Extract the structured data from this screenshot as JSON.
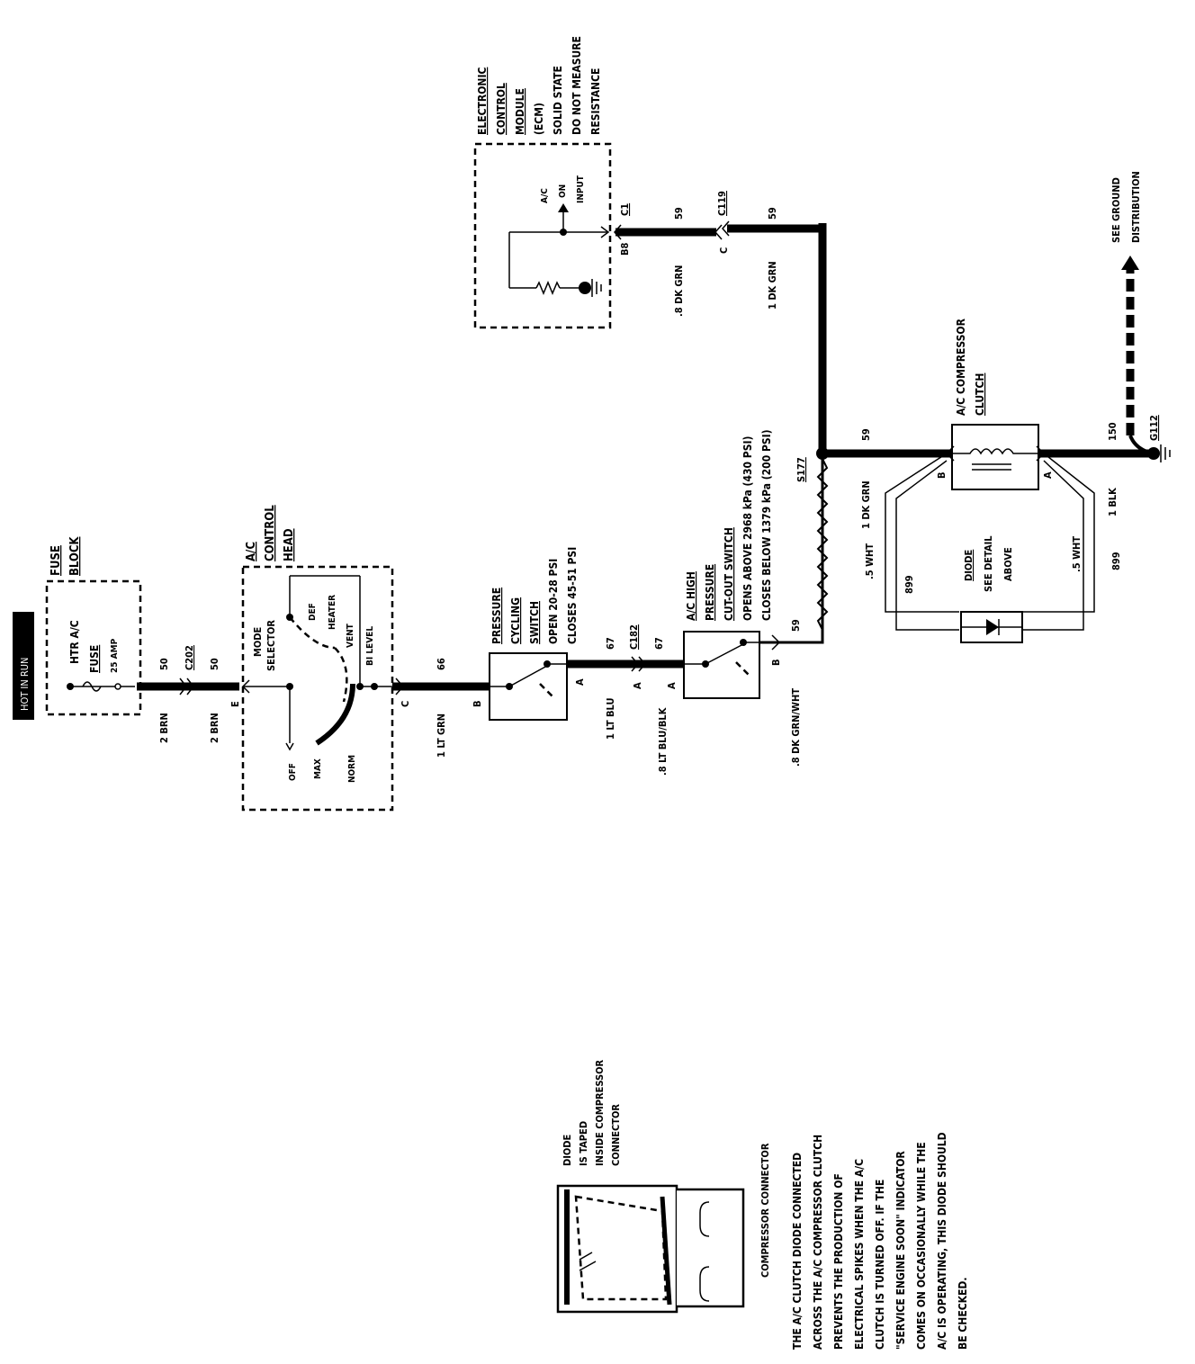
{
  "hot_label": "HOT IN RUN",
  "fuse_block": {
    "title_1": "FUSE",
    "title_2": "BLOCK",
    "fuse_name": "HTR A/C",
    "fuse_label": "FUSE",
    "fuse_rating": "25 AMP"
  },
  "wires": {
    "w1_circuit": "50",
    "w1_spec": "2 BRN",
    "c202_label": "C202",
    "w2_circuit": "50",
    "w2_spec": "2 BRN",
    "w2_pin": "E",
    "w3_circuit": "66",
    "w3_spec": "1 LT GRN",
    "w3_pin_c": "C",
    "w3_pin_b": "B",
    "w4_circuit": "67",
    "w4_spec": "1 LT BLU",
    "w4_pin_a": "A",
    "c182_label": "C182",
    "w5_circuit": "67",
    "w5_spec": ".8 LT BLU/BLK",
    "w5_pin_a1": "A",
    "w5_pin_a2": "A",
    "w6_circuit": "59",
    "w6_spec": ".8 DK GRN/WHT",
    "w6_pin_b": "B",
    "s177_label": "S177",
    "w7_circuit": "59",
    "w7_spec": "1 DK GRN",
    "w8_circuit": "59",
    "w8_spec": "1 DK GRN",
    "w8_pin_c": "C",
    "c119_label": "C119",
    "w9_circuit": "59",
    "w9_spec": ".8 DK GRN",
    "w9_pin_b8": "B8",
    "c1_label": "C1",
    "w10_circuit": "150",
    "w10_spec": "1 BLK",
    "g112_label": "G112",
    "diode_wire_left_spec": ".5 WHT",
    "diode_wire_left_circuit": "899",
    "diode_wire_right_spec": ".5 WHT",
    "diode_wire_right_circuit": "899"
  },
  "control_head": {
    "title_1": "A/C",
    "title_2": "CONTROL",
    "title_3": "HEAD",
    "mode_1": "MODE",
    "mode_2": "SELECTOR",
    "pos_def": "DEF",
    "pos_heater": "HEATER",
    "pos_vent": "VENT",
    "pos_bilevel": "BI LEVEL",
    "pos_off": "OFF",
    "pos_max": "MAX",
    "pos_norm": "NORM"
  },
  "pressure_cycling_switch": {
    "line_1": "PRESSURE",
    "line_2": "CYCLING",
    "line_3": "SWITCH",
    "line_4": "OPEN 20-28 PSI",
    "line_5": "CLOSES 45-51 PSI"
  },
  "high_pressure_switch": {
    "line_1": "A/C HIGH",
    "line_2": "PRESSURE",
    "line_3": "CUT-OUT SWITCH",
    "line_4": "OPENS ABOVE 2968 kPa (430 PSI)",
    "line_5": "CLOSES BELOW 1379 kPa (200 PSI)"
  },
  "ecm": {
    "line_1": "ELECTRONIC",
    "line_2": "CONTROL",
    "line_3": "MODULE",
    "line_4": "(ECM)",
    "line_5": "SOLID STATE",
    "line_6": "DO NOT MEASURE",
    "line_7": "RESISTANCE",
    "input_1": "A/C",
    "input_2": "ON",
    "input_3": "INPUT"
  },
  "compressor_clutch": {
    "title_1": "A/C COMPRESSOR",
    "title_2": "CLUTCH",
    "pin_b": "B",
    "pin_a": "A"
  },
  "diode": {
    "line_1": "DIODE",
    "line_2": "SEE DETAIL",
    "line_3": "ABOVE"
  },
  "ground": {
    "line_1": "SEE GROUND",
    "line_2": "DISTRIBUTION"
  },
  "detail": {
    "note_1": "DIODE",
    "note_2": "IS TAPED",
    "note_3": "INSIDE COMPRESSOR",
    "note_4": "CONNECTOR",
    "caption": "COMPRESSOR CONNECTOR",
    "para_1": "THE A/C CLUTCH DIODE CONNECTED",
    "para_2": "ACROSS THE A/C COMPRESSOR CLUTCH",
    "para_3": "PREVENTS THE PRODUCTION OF",
    "para_4": "ELECTRICAL SPIKES WHEN THE A/C",
    "para_5": "CLUTCH IS TURNED OFF. IF THE",
    "para_6": "\"SERVICE ENGINE SOON\" INDICATOR",
    "para_7": "COMES ON OCCASIONALLY WHILE THE",
    "para_8": "A/C IS OPERATING, THIS DIODE SHOULD",
    "para_9": "BE CHECKED."
  }
}
